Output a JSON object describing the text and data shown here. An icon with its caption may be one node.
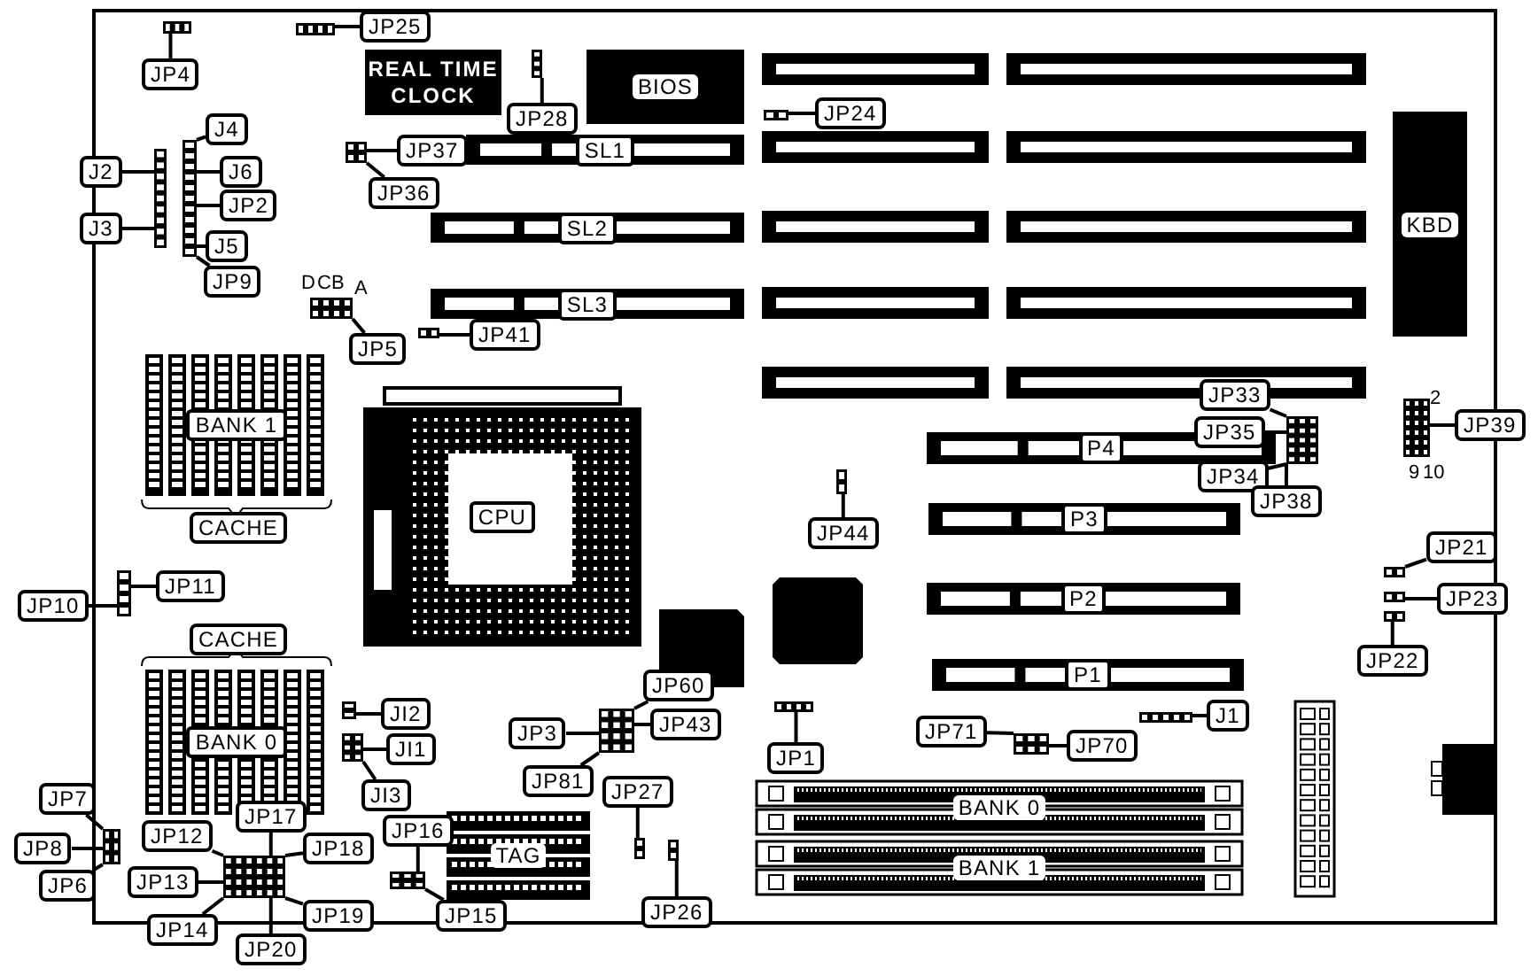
{
  "diagram": {
    "nodes": [
      {
        "text": [
          "JP4"
        ]
      },
      {
        "text": [],
        "shape": "box"
      },
      {
        "text": [
          "JP25"
        ]
      },
      {
        "text": [],
        "shape": "box"
      },
      {
        "text": [
          "REAL TIME CLOCK"
        ]
      },
      {
        "text": [
          "BIOS"
        ]
      },
      {
        "text": [
          "JP28"
        ]
      },
      {
        "text": [],
        "shape": "box"
      },
      {
        "text": [
          "JP24"
        ]
      },
      {
        "text": [],
        "shape": "box"
      },
      {
        "text": [
          "J4"
        ]
      },
      {
        "text": [
          "J2"
        ]
      },
      {
        "text": [
          "J6"
        ]
      },
      {
        "text": [
          "JP2"
        ]
      },
      {
        "text": [
          "J3"
        ]
      },
      {
        "text": [
          "J5"
        ]
      },
      {
        "text": [
          "JP9"
        ]
      },
      {
        "text": [],
        "shape": "box"
      },
      {
        "text": [],
        "shape": "box"
      },
      {
        "text": [
          "JP37"
        ]
      },
      {
        "text": [
          "JP36"
        ]
      },
      {
        "text": [],
        "shape": "box"
      },
      {
        "text": [
          "SL1"
        ]
      },
      {
        "text": [
          "SL2"
        ]
      },
      {
        "text": [
          "SL3"
        ]
      },
      {
        "text": [
          "KBD"
        ]
      },
      {
        "text": [
          "JP5"
        ]
      },
      {
        "text": [],
        "shape": "box"
      },
      {
        "text": [
          "JP41"
        ]
      },
      {
        "text": [],
        "shape": "box"
      },
      {
        "text": [
          "BANK 1"
        ]
      },
      {
        "text": [
          "CPU"
        ]
      },
      {
        "text": [
          "JP33"
        ]
      },
      {
        "text": [
          "JP35"
        ]
      },
      {
        "text": [
          "JP34"
        ]
      },
      {
        "text": [
          "JP38"
        ]
      },
      {
        "text": [],
        "shape": "box"
      },
      {
        "text": [
          "JP39"
        ]
      },
      {
        "text": [],
        "shape": "box"
      },
      {
        "text": [
          "P4"
        ]
      },
      {
        "text": [
          "JP44"
        ]
      },
      {
        "text": [],
        "shape": "box"
      },
      {
        "text": [
          "P3"
        ]
      },
      {
        "text": [
          "JP21"
        ]
      },
      {
        "text": [],
        "shape": "box"
      },
      {
        "text": [
          "JP23"
        ]
      },
      {
        "text": [],
        "shape": "box"
      },
      {
        "text": [],
        "shape": "box"
      },
      {
        "text": [
          "JP22"
        ]
      },
      {
        "text": [
          "JP11"
        ]
      },
      {
        "text": [
          "JP10"
        ]
      },
      {
        "text": [],
        "shape": "box"
      },
      {
        "text": [
          "P2"
        ]
      },
      {
        "text": [
          "BANK 0"
        ]
      },
      {
        "text": [
          "P1"
        ]
      },
      {
        "text": [
          "JP60"
        ]
      },
      {
        "text": [
          "JP43"
        ]
      },
      {
        "text": [
          "JP3"
        ]
      },
      {
        "text": [
          "JP81"
        ]
      },
      {
        "text": [],
        "shape": "box"
      },
      {
        "text": [
          "JI2"
        ]
      },
      {
        "text": [],
        "shape": "box"
      },
      {
        "text": [
          "JI1"
        ]
      },
      {
        "text": [],
        "shape": "box"
      },
      {
        "text": [
          "JI3"
        ]
      },
      {
        "text": [
          "JP1"
        ]
      },
      {
        "text": [],
        "shape": "box"
      },
      {
        "text": [
          "JP71"
        ]
      },
      {
        "text": [
          "JP70"
        ]
      },
      {
        "text": [],
        "shape": "box"
      },
      {
        "text": [
          "J1"
        ]
      },
      {
        "text": [],
        "shape": "box"
      },
      {
        "text": [
          "BANK 0"
        ]
      },
      {
        "text": [
          "JP27"
        ]
      },
      {
        "text": [],
        "shape": "box"
      },
      {
        "text": [
          "JP26"
        ]
      },
      {
        "text": [],
        "shape": "box"
      },
      {
        "text": [
          "TAG"
        ]
      },
      {
        "text": [
          "JP16"
        ]
      },
      {
        "text": [
          "JP15"
        ]
      },
      {
        "text": [],
        "shape": "box"
      },
      {
        "text": [
          "BANK 1"
        ]
      },
      {
        "text": [
          "JP7"
        ]
      },
      {
        "text": [
          "JP8"
        ]
      },
      {
        "text": [
          "JP6"
        ]
      },
      {
        "text": [],
        "shape": "box"
      },
      {
        "text": [
          "JP12"
        ]
      },
      {
        "text": [
          "JP17"
        ]
      },
      {
        "text": [
          "JP18"
        ]
      },
      {
        "text": [
          "JP13"
        ]
      },
      {
        "text": [
          "JP14"
        ]
      },
      {
        "text": [
          "JP19"
        ]
      },
      {
        "text": [
          "JP20"
        ]
      },
      {
        "text": [],
        "shape": "box"
      },
      {
        "text": [
          "CACHE"
        ]
      },
      {
        "text": [
          "CACHE"
        ]
      }
    ],
    "edges": [
      {
        "from": 0,
        "to": 1,
        "arrow": "none"
      },
      {
        "from": 2,
        "to": 3,
        "arrow": "none"
      },
      {
        "from": 6,
        "to": 7,
        "arrow": "none"
      },
      {
        "from": 8,
        "to": 9,
        "arrow": "none"
      },
      {
        "from": 10,
        "to": 18,
        "arrow": "none"
      },
      {
        "from": 11,
        "to": 17,
        "arrow": "none"
      },
      {
        "from": 12,
        "to": 18,
        "arrow": "none"
      },
      {
        "from": 13,
        "to": 18,
        "arrow": "none"
      },
      {
        "from": 14,
        "to": 17,
        "arrow": "none"
      },
      {
        "from": 15,
        "to": 18,
        "arrow": "none"
      },
      {
        "from": 16,
        "to": 18,
        "arrow": "none"
      },
      {
        "from": 19,
        "to": 21,
        "arrow": "none"
      },
      {
        "from": 20,
        "to": 21,
        "arrow": "none"
      },
      {
        "from": 26,
        "to": 27,
        "arrow": "none"
      },
      {
        "from": 28,
        "to": 29,
        "arrow": "none"
      },
      {
        "from": 32,
        "to": 36,
        "arrow": "none"
      },
      {
        "from": 33,
        "to": 36,
        "arrow": "none"
      },
      {
        "from": 34,
        "to": 36,
        "arrow": "none"
      },
      {
        "from": 35,
        "to": 36,
        "arrow": "none"
      },
      {
        "from": 37,
        "to": 38,
        "arrow": "none"
      },
      {
        "from": 40,
        "to": 41,
        "arrow": "none"
      },
      {
        "from": 43,
        "to": 44,
        "arrow": "none"
      },
      {
        "from": 45,
        "to": 46,
        "arrow": "none"
      },
      {
        "from": 48,
        "to": 47,
        "arrow": "none"
      },
      {
        "from": 49,
        "to": 51,
        "arrow": "none"
      },
      {
        "from": 50,
        "to": 51,
        "arrow": "none"
      },
      {
        "from": 55,
        "to": 59,
        "arrow": "none"
      },
      {
        "from": 56,
        "to": 59,
        "arrow": "none"
      },
      {
        "from": 57,
        "to": 59,
        "arrow": "none"
      },
      {
        "from": 58,
        "to": 59,
        "arrow": "none"
      },
      {
        "from": 60,
        "to": 61,
        "arrow": "none"
      },
      {
        "from": 62,
        "to": 63,
        "arrow": "none"
      },
      {
        "from": 64,
        "to": 63,
        "arrow": "none"
      },
      {
        "from": 65,
        "to": 66,
        "arrow": "none"
      },
      {
        "from": 67,
        "to": 69,
        "arrow": "none"
      },
      {
        "from": 68,
        "to": 69,
        "arrow": "none"
      },
      {
        "from": 70,
        "to": 71,
        "arrow": "none"
      },
      {
        "from": 73,
        "to": 74,
        "arrow": "none"
      },
      {
        "from": 75,
        "to": 76,
        "arrow": "none"
      },
      {
        "from": 78,
        "to": 80,
        "arrow": "none"
      },
      {
        "from": 79,
        "to": 80,
        "arrow": "none"
      },
      {
        "from": 82,
        "to": 85,
        "arrow": "none"
      },
      {
        "from": 83,
        "to": 85,
        "arrow": "none"
      },
      {
        "from": 84,
        "to": 85,
        "arrow": "none"
      },
      {
        "from": 86,
        "to": 93,
        "arrow": "none"
      },
      {
        "from": 87,
        "to": 93,
        "arrow": "none"
      },
      {
        "from": 88,
        "to": 93,
        "arrow": "none"
      },
      {
        "from": 89,
        "to": 93,
        "arrow": "none"
      },
      {
        "from": 90,
        "to": 93,
        "arrow": "none"
      },
      {
        "from": 91,
        "to": 93,
        "arrow": "none"
      },
      {
        "from": 92,
        "to": 93,
        "arrow": "none"
      }
    ],
    "labels": [
      "D",
      "C",
      "B",
      "A",
      "2",
      "9",
      "10"
    ]
  }
}
